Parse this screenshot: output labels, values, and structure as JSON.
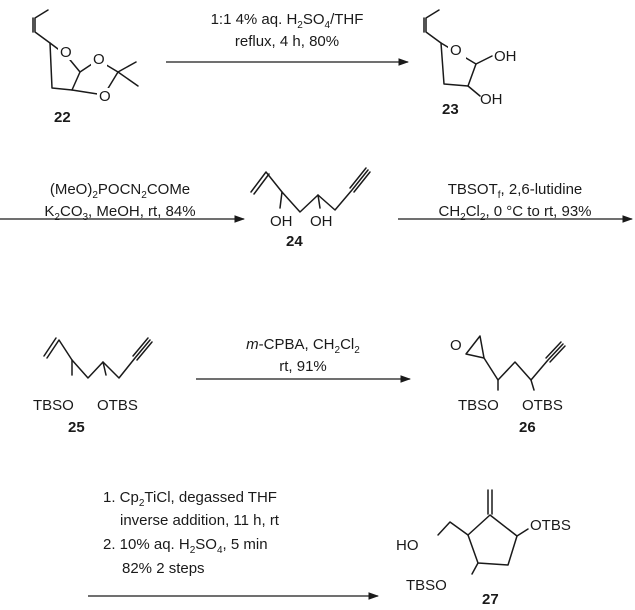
{
  "compounds": {
    "c22": "22",
    "c23": "23",
    "c24": "24",
    "c25": "25",
    "c26": "26",
    "c27": "27"
  },
  "atoms": {
    "O": "O",
    "OH": "OH",
    "HO": "HO",
    "OTBS": "OTBS",
    "TBSO": "TBSO"
  },
  "conditions": {
    "step1": {
      "line1_pre": "1:1 4% aq. H",
      "line1_sub1": "2",
      "line1_mid": "SO",
      "line1_sub2": "4",
      "line1_post": "/THF",
      "line2": "reflux, 4 h, 80%"
    },
    "step2": {
      "line1_a": "(MeO)",
      "line1_s1": "2",
      "line1_b": "POCN",
      "line1_s2": "2",
      "line1_c": "COMe",
      "line2_a": "K",
      "line2_s1": "2",
      "line2_b": "CO",
      "line2_s2": "3",
      "line2_c": ", MeOH, rt, 84%"
    },
    "step3": {
      "line1_a": "TBSOT",
      "line1_s1": "f",
      "line1_b": ", 2,6-lutidine",
      "line2_a": "CH",
      "line2_s1": "2",
      "line2_b": "Cl",
      "line2_s2": "2",
      "line2_c": ", 0 °C to rt, 93%"
    },
    "step4": {
      "line1_it": "m",
      "line1_a": "-CPBA, CH",
      "line1_s1": "2",
      "line1_b": "Cl",
      "line1_s2": "2",
      "line2": "rt, 91%"
    },
    "step5": {
      "line1_a": "1. Cp",
      "line1_s1": "2",
      "line1_b": "TiCl, degassed THF",
      "line2": "inverse addition, 11 h, rt",
      "line3_a": "2. 10% aq. H",
      "line3_s1": "2",
      "line3_b": "SO",
      "line3_s2": "4",
      "line3_c": ", 5 min",
      "line4": "82% 2 steps"
    }
  }
}
